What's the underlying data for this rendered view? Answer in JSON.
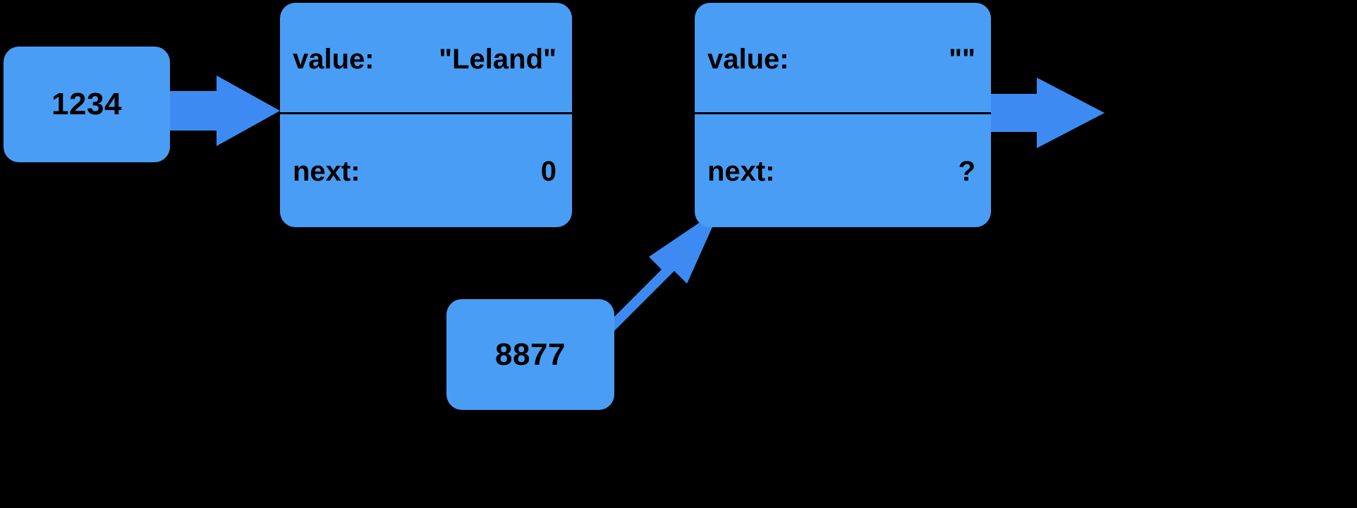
{
  "diagram": {
    "title": "Linked list node insertion diagram",
    "background_color": "#000000",
    "box_color": "#4a9df4",
    "text_color": "#000000",
    "arrow_color": "#3d8bf2",
    "pointers": [
      {
        "id": "head",
        "label": "1234"
      },
      {
        "id": "tail",
        "label": "8877"
      }
    ],
    "nodes": [
      {
        "id": "node-1",
        "fields": [
          {
            "key": "value:",
            "value": "\"Leland\""
          },
          {
            "key": "next:",
            "value": "0"
          }
        ]
      },
      {
        "id": "node-2",
        "fields": [
          {
            "key": "value:",
            "value": "\"\""
          },
          {
            "key": "next:",
            "value": "?"
          }
        ]
      }
    ],
    "arrows": [
      {
        "id": "head-to-node1",
        "from": "1234",
        "to": "node-1",
        "direction": "right"
      },
      {
        "id": "node2-to-right",
        "from": "node-2",
        "to": "offscreen",
        "direction": "right"
      },
      {
        "id": "tail-to-node2",
        "from": "8877",
        "to": "node-2",
        "direction": "up-right"
      }
    ]
  }
}
